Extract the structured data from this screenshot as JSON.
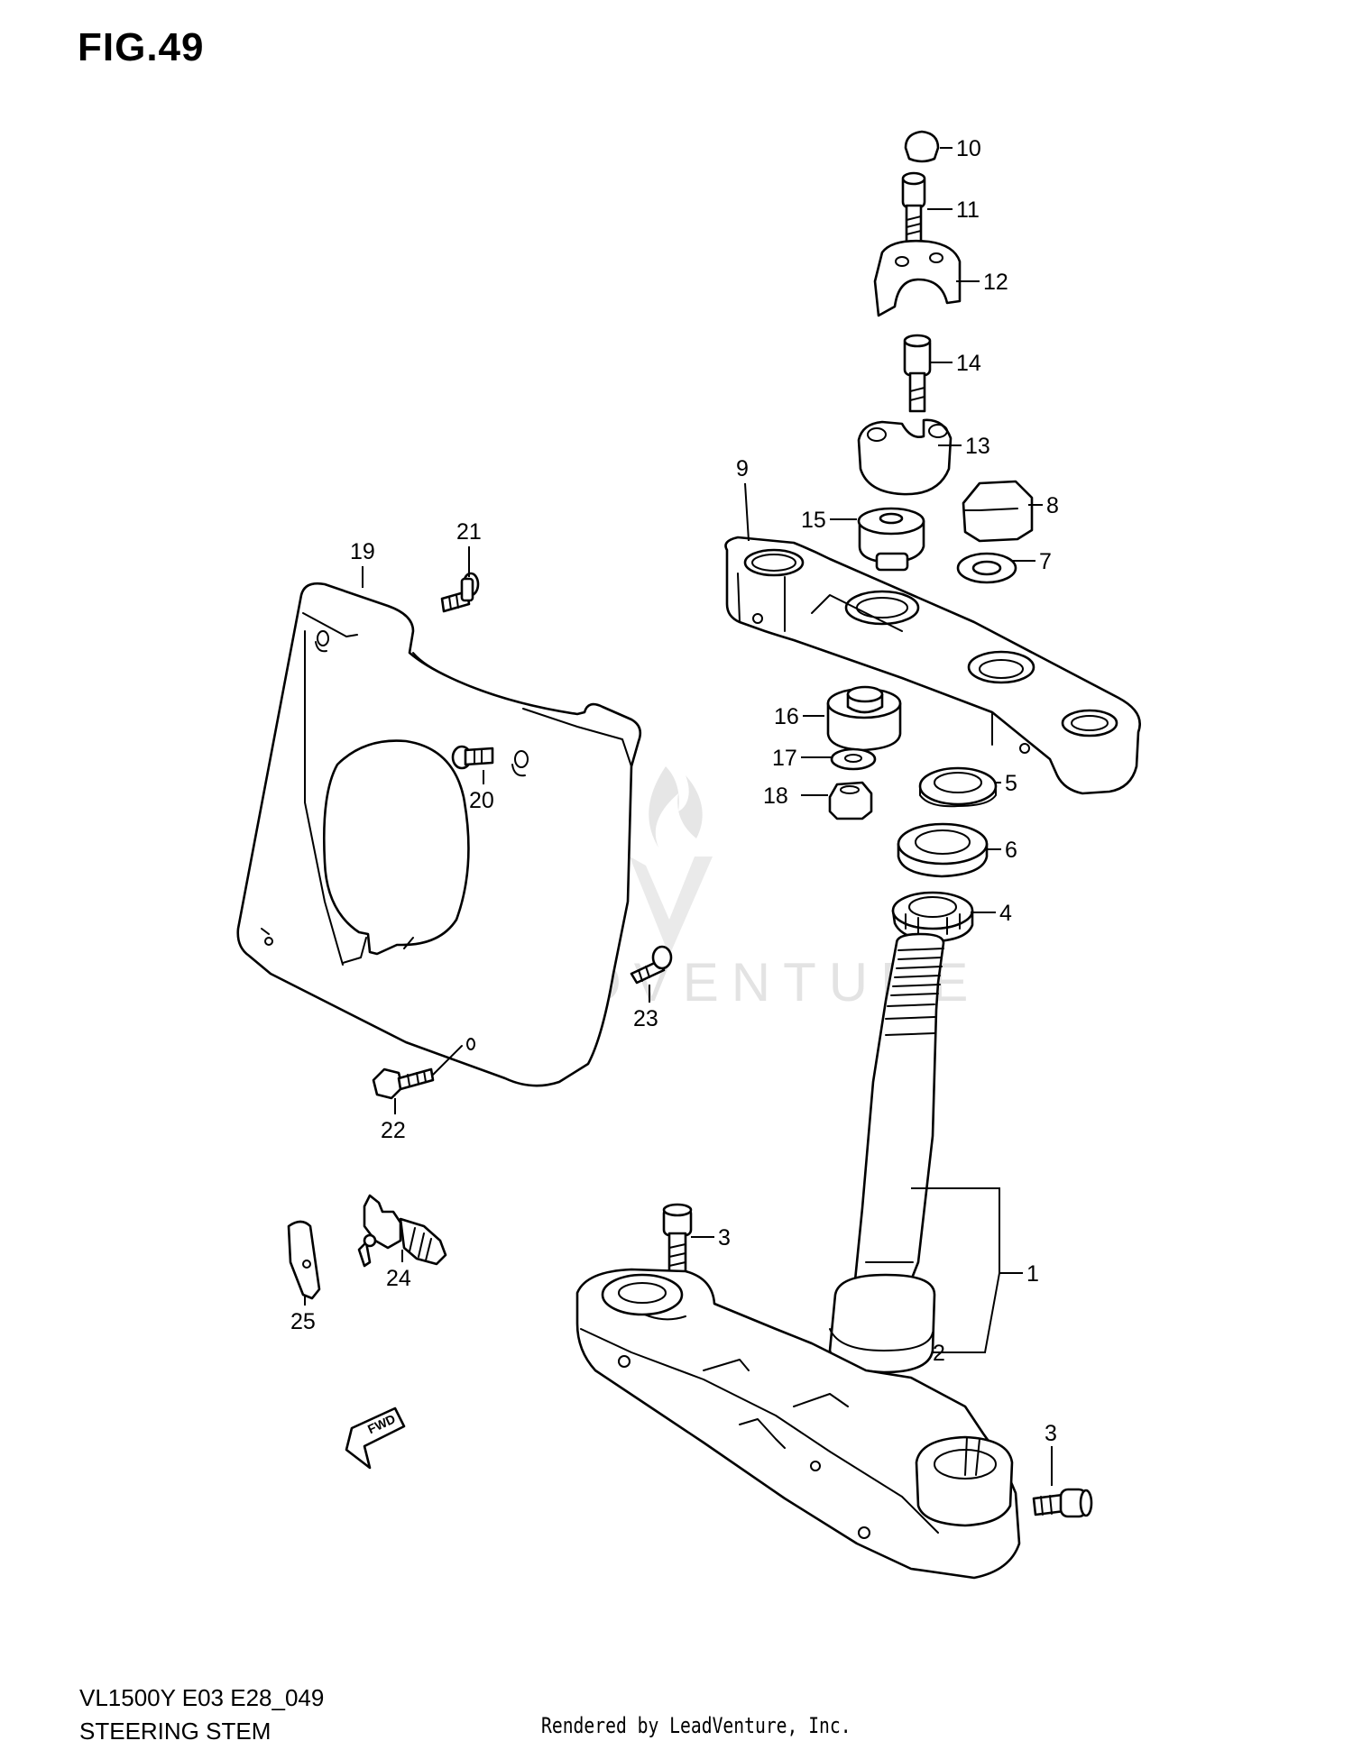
{
  "header": {
    "figure_title": "FIG.49"
  },
  "watermark": {
    "text": "LEADVENTURE"
  },
  "footer": {
    "model_code": "VL1500Y E03 E28_049",
    "section_title": "STEERING STEM",
    "rendered_by": "Rendered by LeadVenture, Inc."
  },
  "direction_arrow": {
    "label": "FWD"
  },
  "callouts": {
    "c1": "1",
    "c2": "2",
    "c3a": "3",
    "c3b": "3",
    "c4": "4",
    "c5": "5",
    "c6": "6",
    "c7": "7",
    "c8": "8",
    "c9": "9",
    "c10": "10",
    "c11": "11",
    "c12": "12",
    "c13": "13",
    "c14": "14",
    "c15": "15",
    "c16": "16",
    "c17": "17",
    "c18": "18",
    "c19": "19",
    "c20": "20",
    "c21": "21",
    "c22": "22",
    "c23": "23",
    "c24": "24",
    "c25": "25"
  }
}
